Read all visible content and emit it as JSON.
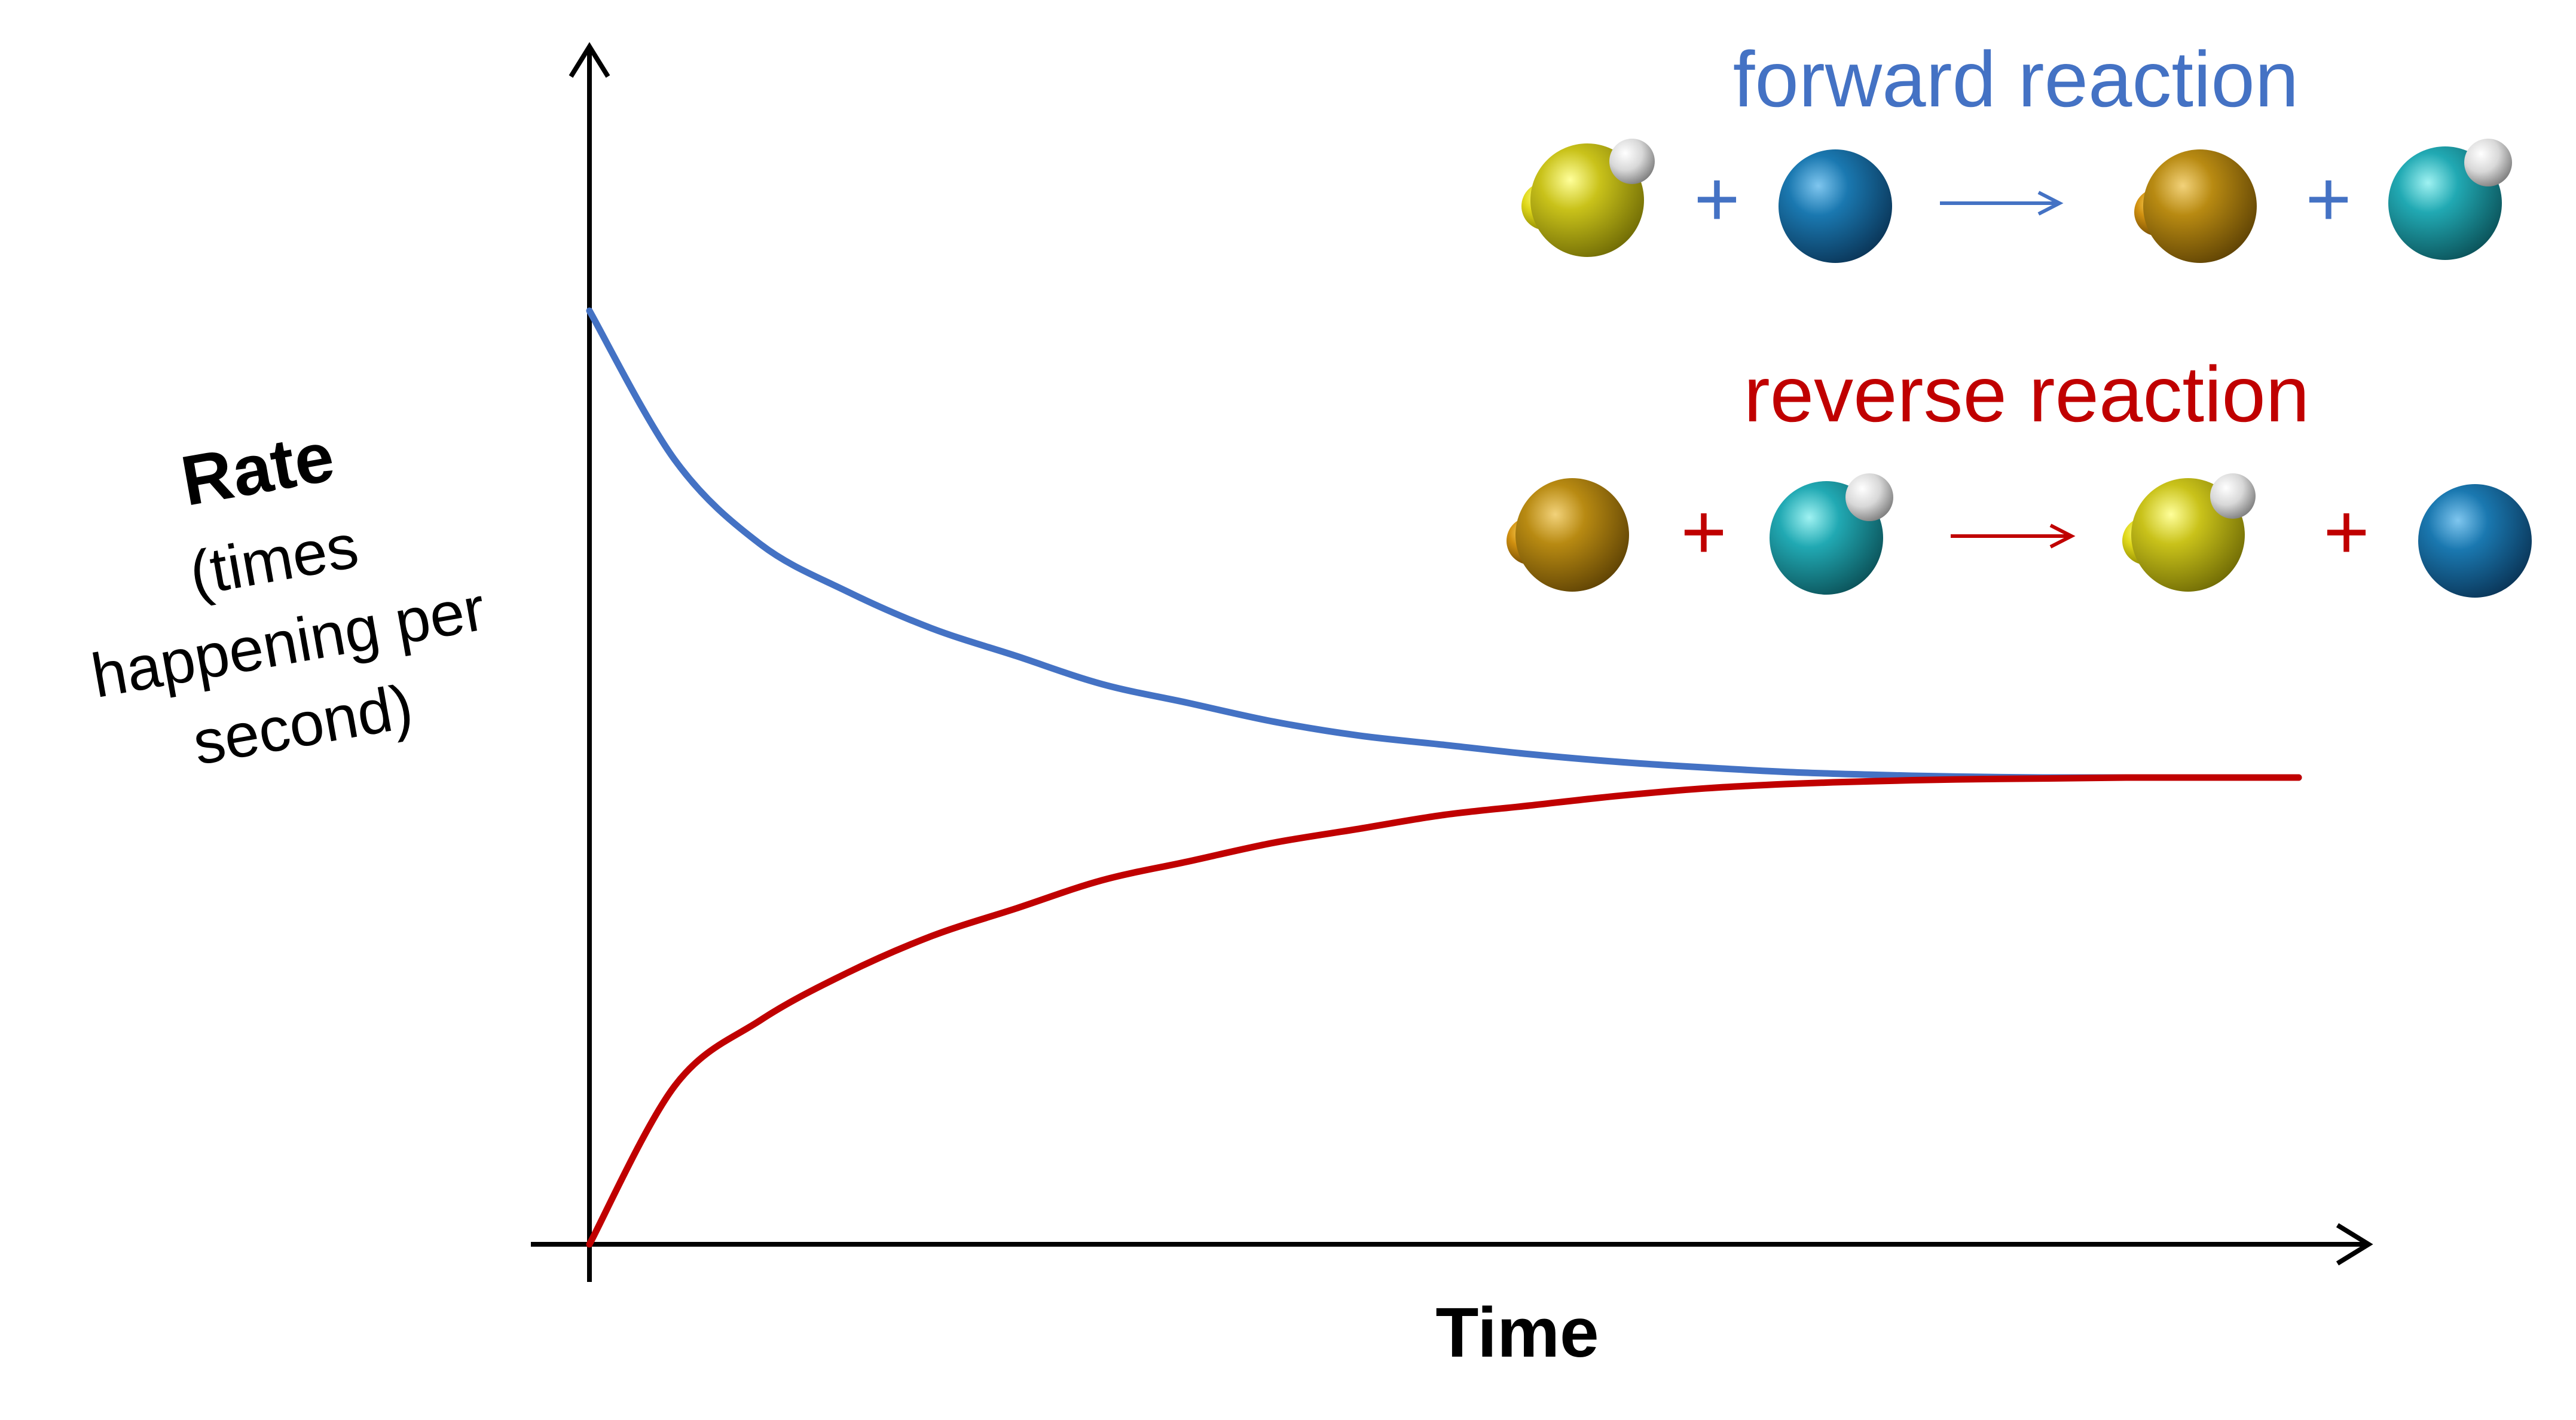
{
  "chart_data": {
    "type": "line",
    "xlabel": "Time",
    "ylabel": "Rate",
    "ylabel_sub": [
      "(times",
      "happening per",
      "second)"
    ],
    "x_ticks_shown": false,
    "y_ticks_shown": false,
    "grid": false,
    "xlim": [
      0,
      1
    ],
    "ylim": [
      0,
      1
    ],
    "series": [
      {
        "name": "forward reaction",
        "color": "#4472C4",
        "x": [
          0,
          0.05,
          0.1,
          0.15,
          0.2,
          0.25,
          0.3,
          0.35,
          0.4,
          0.45,
          0.5,
          0.55,
          0.6,
          0.65,
          0.7,
          0.75,
          0.8,
          0.85,
          0.9,
          0.95,
          1.0
        ],
        "y": [
          1.0,
          0.84,
          0.75,
          0.7,
          0.66,
          0.63,
          0.6,
          0.58,
          0.56,
          0.545,
          0.535,
          0.525,
          0.517,
          0.511,
          0.506,
          0.503,
          0.501,
          0.5,
          0.5,
          0.5,
          0.5
        ]
      },
      {
        "name": "reverse reaction",
        "color": "#C00000",
        "x": [
          0,
          0.05,
          0.1,
          0.15,
          0.2,
          0.25,
          0.3,
          0.35,
          0.4,
          0.45,
          0.5,
          0.55,
          0.6,
          0.65,
          0.7,
          0.75,
          0.8,
          0.85,
          0.9,
          0.95,
          1.0
        ],
        "y": [
          0.0,
          0.17,
          0.24,
          0.29,
          0.33,
          0.36,
          0.39,
          0.41,
          0.43,
          0.445,
          0.46,
          0.47,
          0.48,
          0.488,
          0.493,
          0.496,
          0.498,
          0.499,
          0.5,
          0.5,
          0.5
        ]
      }
    ]
  },
  "legend": {
    "forward": {
      "label": "forward reaction",
      "color": "#4472C4",
      "plus": "+",
      "equation": [
        "yellow-molecule-with-h",
        "blue-atom",
        "orange-molecule",
        "cyan-molecule-with-h"
      ]
    },
    "reverse": {
      "label": "reverse reaction",
      "color": "#C00000",
      "plus": "+",
      "equation": [
        "orange-molecule",
        "cyan-molecule-with-h",
        "yellow-molecule-with-h",
        "blue-atom"
      ]
    }
  },
  "colors": {
    "forward": "#4472C4",
    "reverse": "#C00000",
    "axis": "#000000"
  }
}
